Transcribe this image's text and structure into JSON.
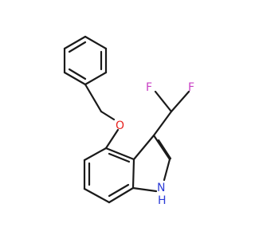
{
  "atoms": {
    "oxygen": {
      "label": "O",
      "color": "#e8231f"
    },
    "fluorine_left": {
      "label": "F",
      "color": "#c93fc4"
    },
    "fluorine_right": {
      "label": "F",
      "color": "#c93fc4"
    },
    "nh": {
      "label": "H",
      "sublabel": "N",
      "color": "#2b3bd6"
    }
  },
  "colors": {
    "bond": "#1a1a1a",
    "background": "#ffffff"
  }
}
